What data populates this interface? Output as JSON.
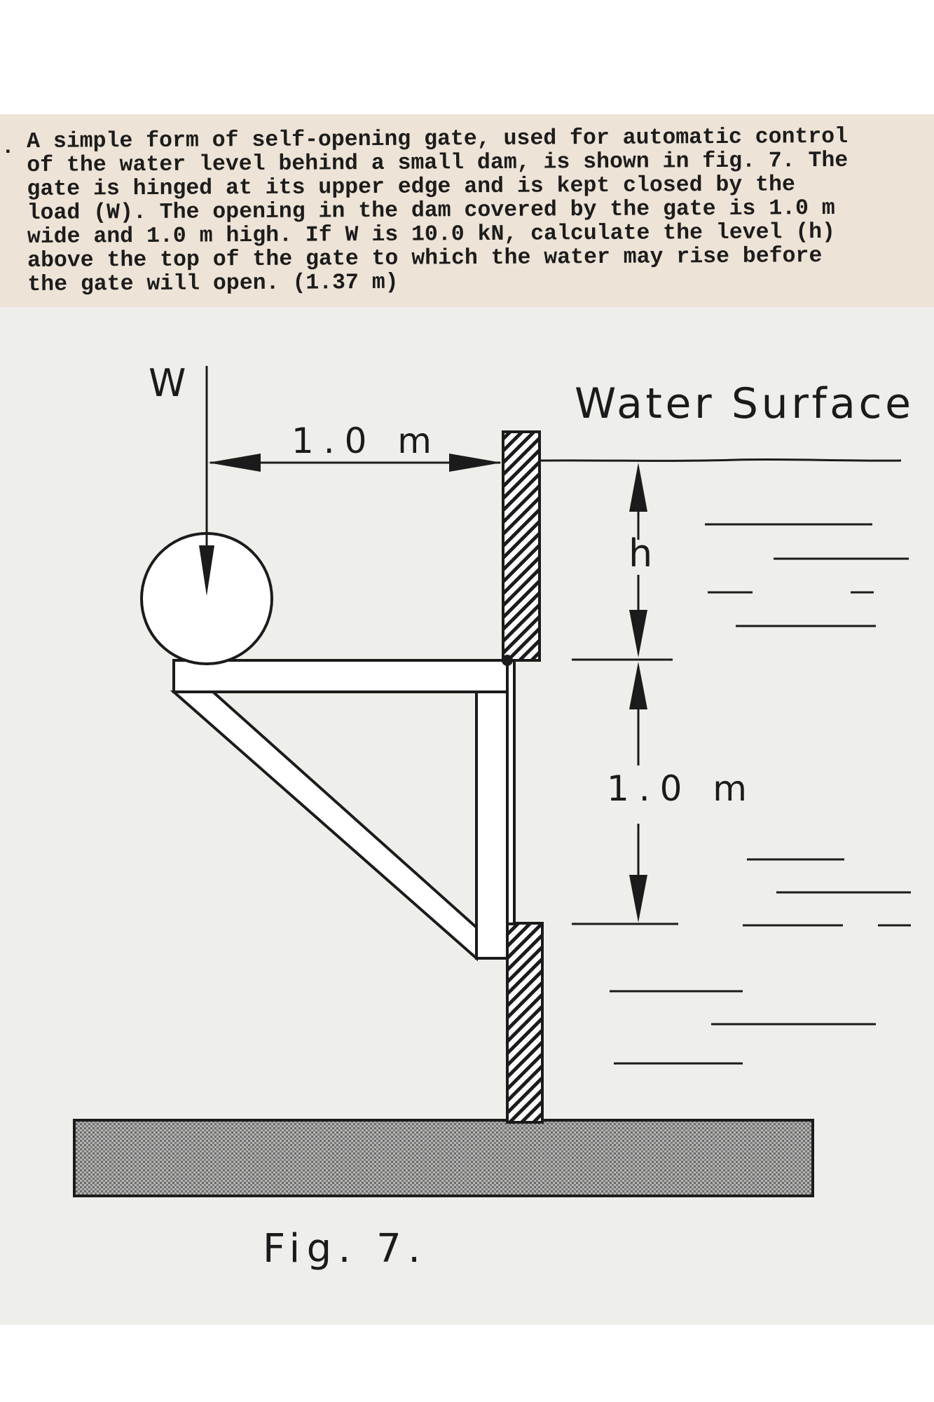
{
  "problem": {
    "number": ".",
    "text": "A simple form of self-opening gate, used for automatic control\nof the water level behind a small dam, is shown in fig. 7. The\ngate is hinged at its upper edge and is kept closed by the\nload (W). The opening in the dam covered by the gate is 1.0 m\nwide and 1.0 m high. If W is 10.0 kN, calculate the level (h)\nabove the top of the gate to which the water may rise before\nthe gate will open. (1.37 m)"
  },
  "figure": {
    "load_label": "W",
    "arm_length_label": "1.0 m",
    "water_surface_label": "Water Surface",
    "h_label": "h",
    "gate_height_label": "1.0 m",
    "caption": "Fig. 7."
  },
  "colors": {
    "ink": "#1b1b1b",
    "paper": "#eeeeea",
    "text_strip": "#ede3d6"
  }
}
